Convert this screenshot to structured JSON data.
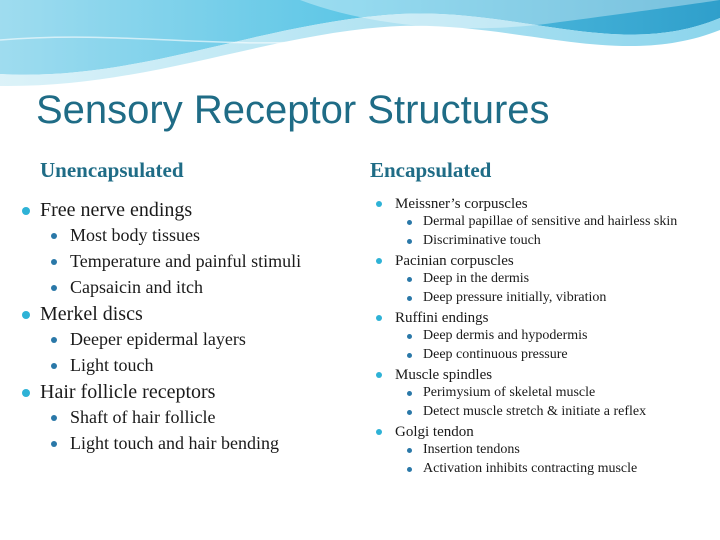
{
  "slide": {
    "title": "Sensory Receptor Structures",
    "accent_color": "#1f6c86",
    "bullet_color": "#2eb2d6"
  },
  "left": {
    "heading": "Unencapsulated",
    "items": [
      {
        "label": "Free nerve endings",
        "sub": [
          "Most body tissues",
          "Temperature and painful stimuli",
          "Capsaicin and itch"
        ]
      },
      {
        "label": "Merkel discs",
        "sub": [
          "Deeper epidermal layers",
          "Light touch"
        ]
      },
      {
        "label": "Hair follicle receptors",
        "sub": [
          "Shaft of hair follicle",
          "Light touch and hair bending"
        ]
      }
    ]
  },
  "right": {
    "heading": "Encapsulated",
    "items": [
      {
        "label": "Meissner’s corpuscles",
        "sub": [
          "Dermal papillae of sensitive and hairless skin",
          "Discriminative touch"
        ]
      },
      {
        "label": "Pacinian corpuscles",
        "sub": [
          "Deep in the dermis",
          "Deep pressure initially, vibration"
        ]
      },
      {
        "label": "Ruffini endings",
        "sub": [
          "Deep dermis and hypodermis",
          "Deep continuous pressure"
        ]
      },
      {
        "label": "Muscle spindles",
        "sub": [
          "Perimysium of skeletal muscle",
          "Detect muscle stretch & initiate a reflex"
        ]
      },
      {
        "label": "Golgi tendon",
        "sub": [
          "Insertion tendons",
          "Activation inhibits contracting muscle"
        ]
      }
    ]
  }
}
